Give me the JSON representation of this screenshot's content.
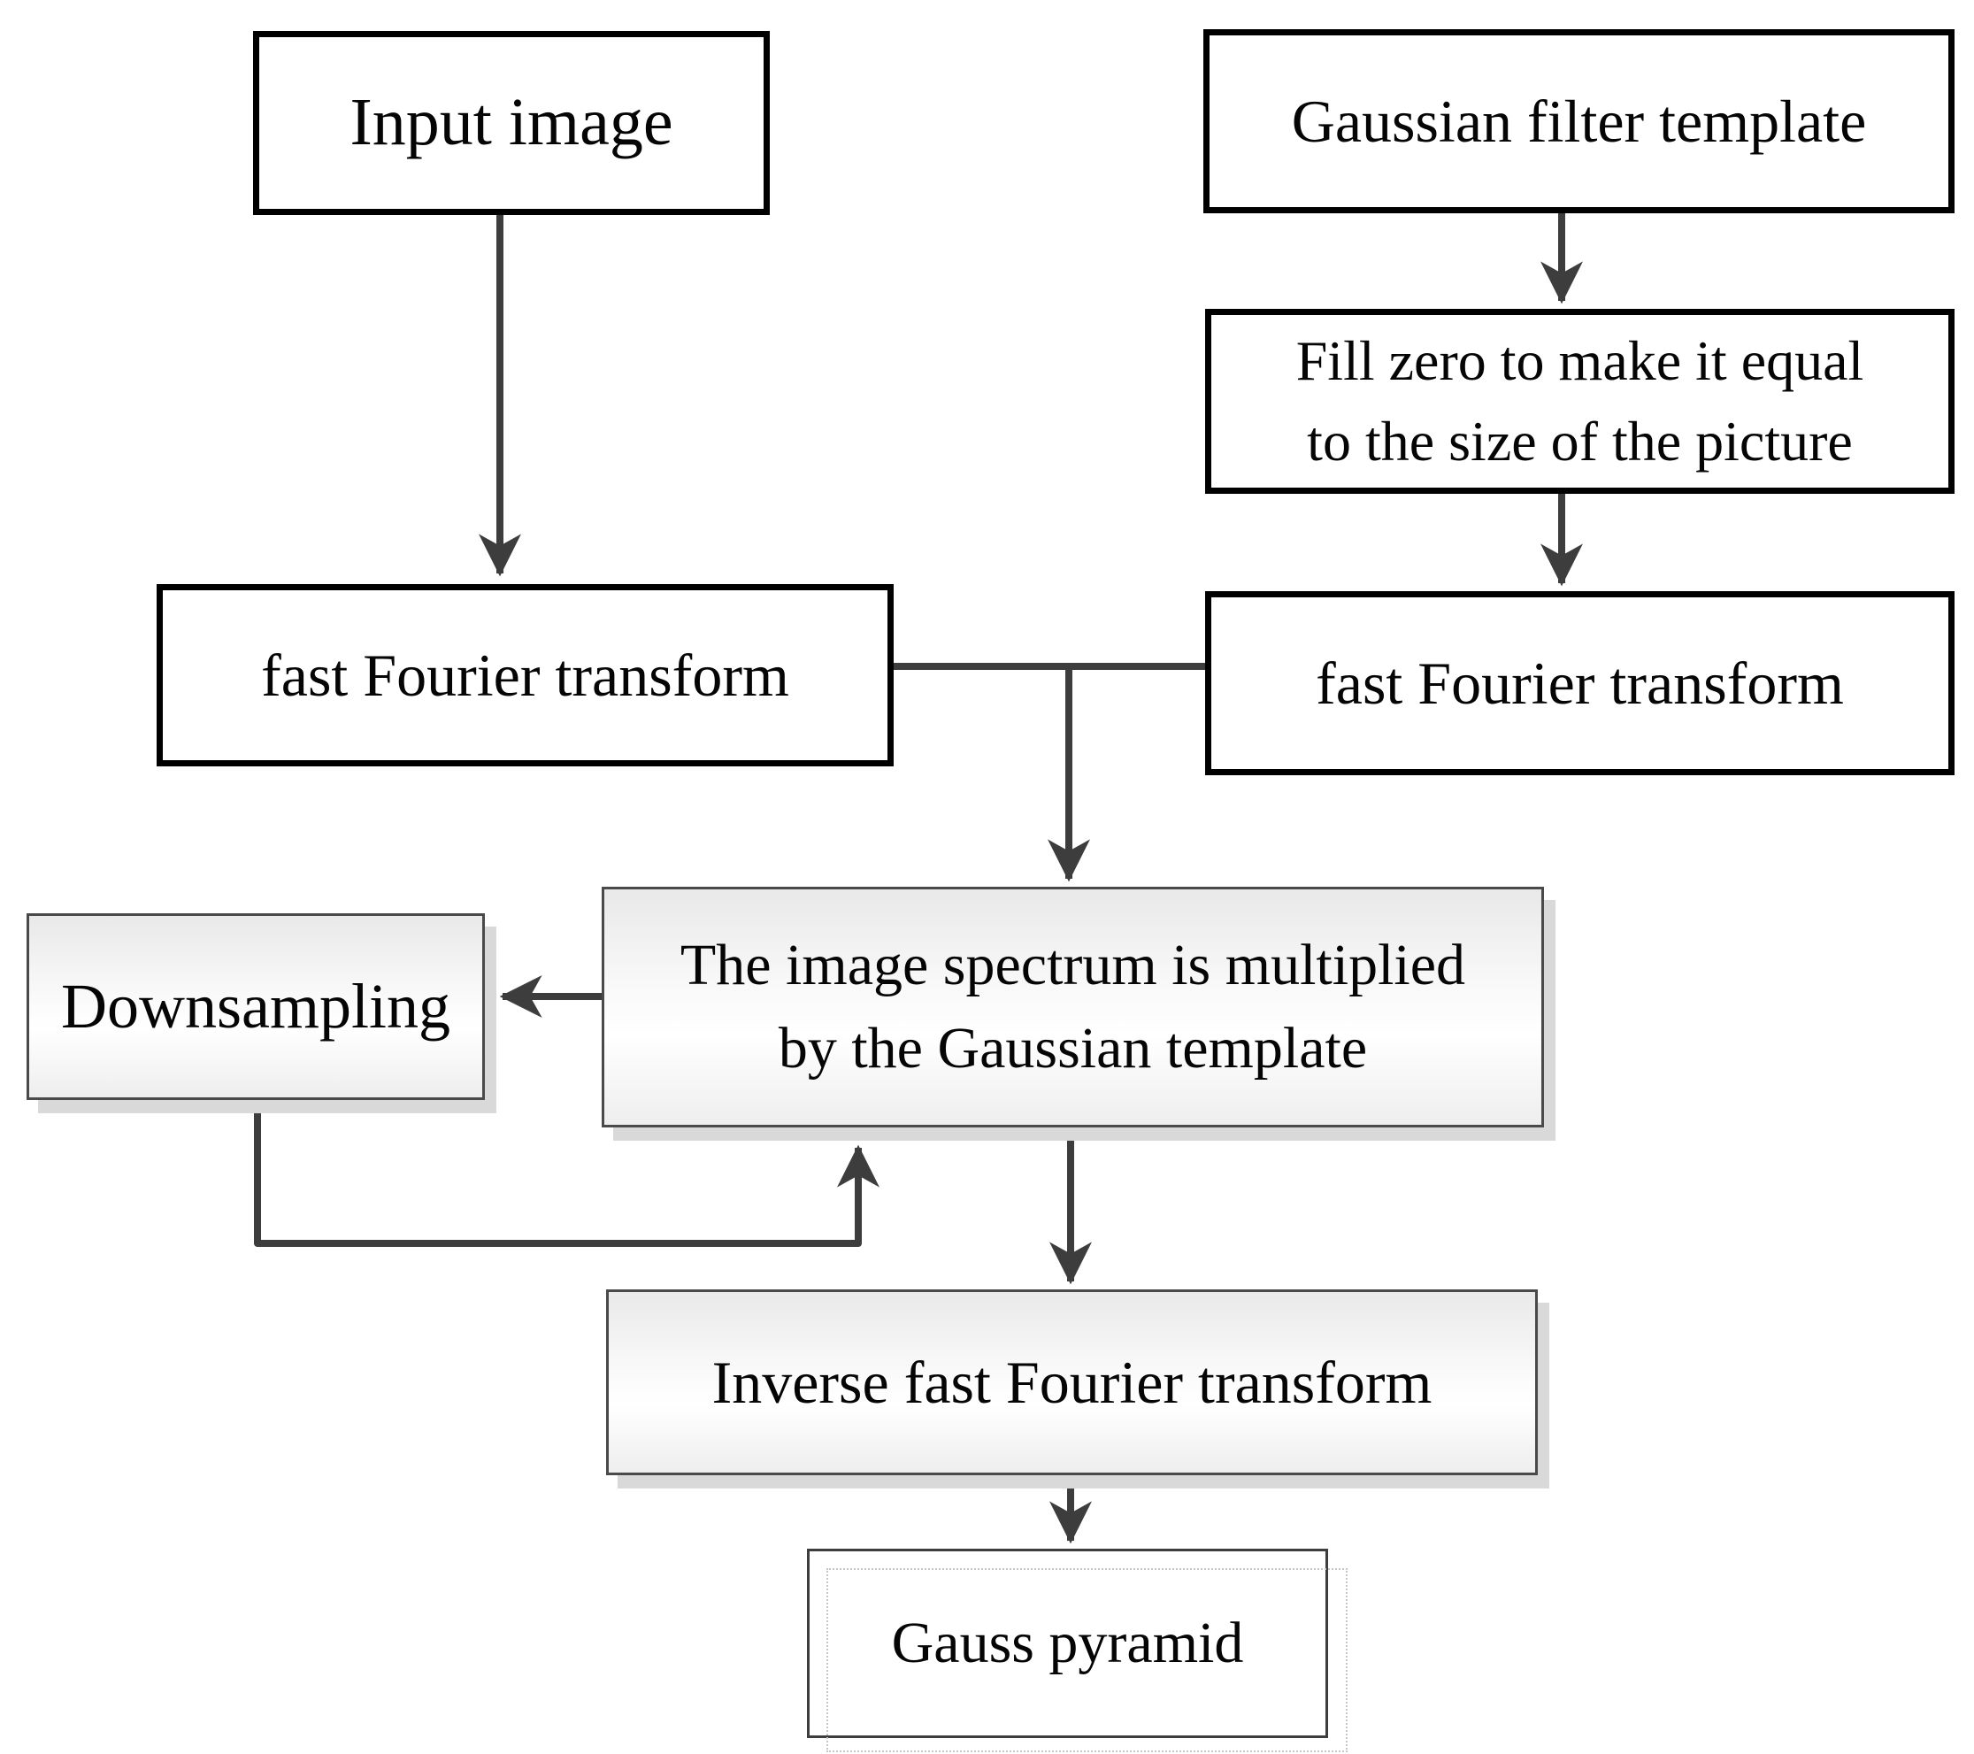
{
  "diagram": {
    "type": "flowchart",
    "nodes": [
      {
        "id": "input-image",
        "label": "Input image"
      },
      {
        "id": "gaussian-filter-template",
        "label": "Gaussian filter template"
      },
      {
        "id": "fill-zero",
        "label": "Fill zero to make it equal\nto the size of the picture"
      },
      {
        "id": "fft-image",
        "label": "fast Fourier transform"
      },
      {
        "id": "fft-template",
        "label": "fast Fourier transform"
      },
      {
        "id": "multiply-spectrum",
        "label": "The image spectrum is multiplied\nby the Gaussian template"
      },
      {
        "id": "downsampling",
        "label": "Downsampling"
      },
      {
        "id": "inverse-fft",
        "label": "Inverse fast Fourier transform"
      },
      {
        "id": "gauss-pyramid",
        "label": "Gauss pyramid"
      }
    ],
    "edges": [
      {
        "from": "input-image",
        "to": "fft-image",
        "arrow": true
      },
      {
        "from": "gaussian-filter-template",
        "to": "fill-zero",
        "arrow": true
      },
      {
        "from": "fill-zero",
        "to": "fft-template",
        "arrow": true
      },
      {
        "from": "fft-image",
        "to": "fft-template",
        "arrow": false
      },
      {
        "from": "fft-junction",
        "to": "multiply-spectrum",
        "arrow": true
      },
      {
        "from": "multiply-spectrum",
        "to": "downsampling",
        "arrow": true
      },
      {
        "from": "downsampling",
        "to": "multiply-spectrum",
        "arrow": true
      },
      {
        "from": "multiply-spectrum",
        "to": "inverse-fft",
        "arrow": true
      },
      {
        "from": "inverse-fft",
        "to": "gauss-pyramid",
        "arrow": true
      }
    ],
    "colors": {
      "background": "#ffffff",
      "text": "#050505",
      "plain_box_border": "#000000",
      "shaded_box_border": "#4a4a4a",
      "shaded_box_fill_top": "#e9e9e9",
      "shaded_box_fill_bottom": "#eeeeee",
      "shadow": "#d9d9d9",
      "connector": "#3d3d3d"
    }
  }
}
